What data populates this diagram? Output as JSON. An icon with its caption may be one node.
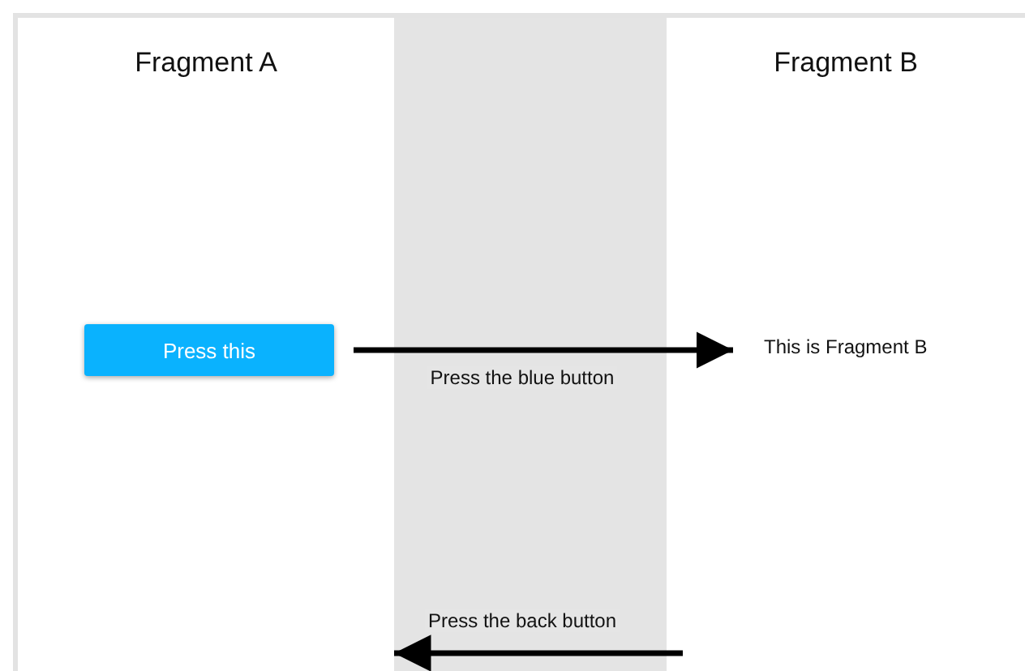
{
  "diagram": {
    "nodes": [
      {
        "text": [
          "Fragment A"
        ]
      },
      {
        "text": [
          "Press this"
        ],
        "in": 0
      },
      {
        "text": [
          "Fragment B"
        ]
      },
      {
        "text": [
          "This is Fragment B"
        ],
        "in": 2
      }
    ],
    "edges": [
      {
        "from": 1,
        "to": 3,
        "arrow": "to",
        "label": "Press the blue button"
      },
      {
        "from": 2,
        "to": 0,
        "arrow": "to",
        "label": "Press the back button"
      }
    ]
  }
}
